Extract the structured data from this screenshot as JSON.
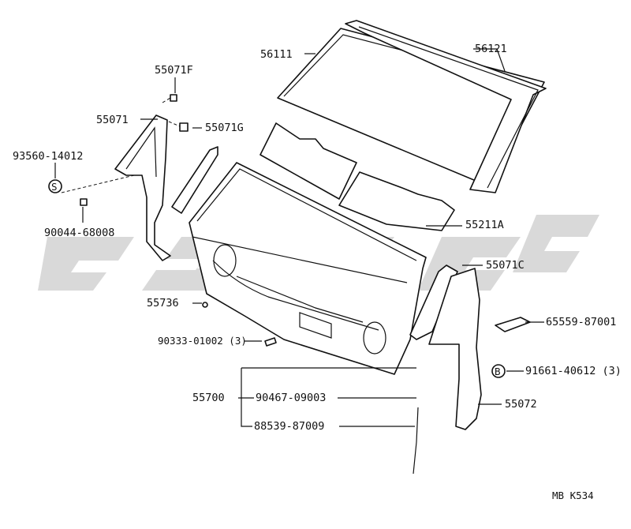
{
  "labels": {
    "p56111": "56111",
    "p56121": "56121",
    "p55071F": "55071F",
    "p55071": "55071",
    "p55071G": "55071G",
    "p93560": "93560-14012",
    "p90044": "90044-68008",
    "p55211A": "55211A",
    "p55071C": "55071C",
    "p55736": "55736",
    "p65559": "65559-87001",
    "p90333": "90333-01002 (3)",
    "p91661": "91661-40612 (3)",
    "p55700": "55700",
    "p90467": "90467-09003",
    "p55072": "55072",
    "p88539": "88539-87009",
    "ref": "MB K534"
  },
  "symbols": {
    "s": "S",
    "b": "B"
  },
  "watermark": {
    "color": "#b9b9b9"
  }
}
